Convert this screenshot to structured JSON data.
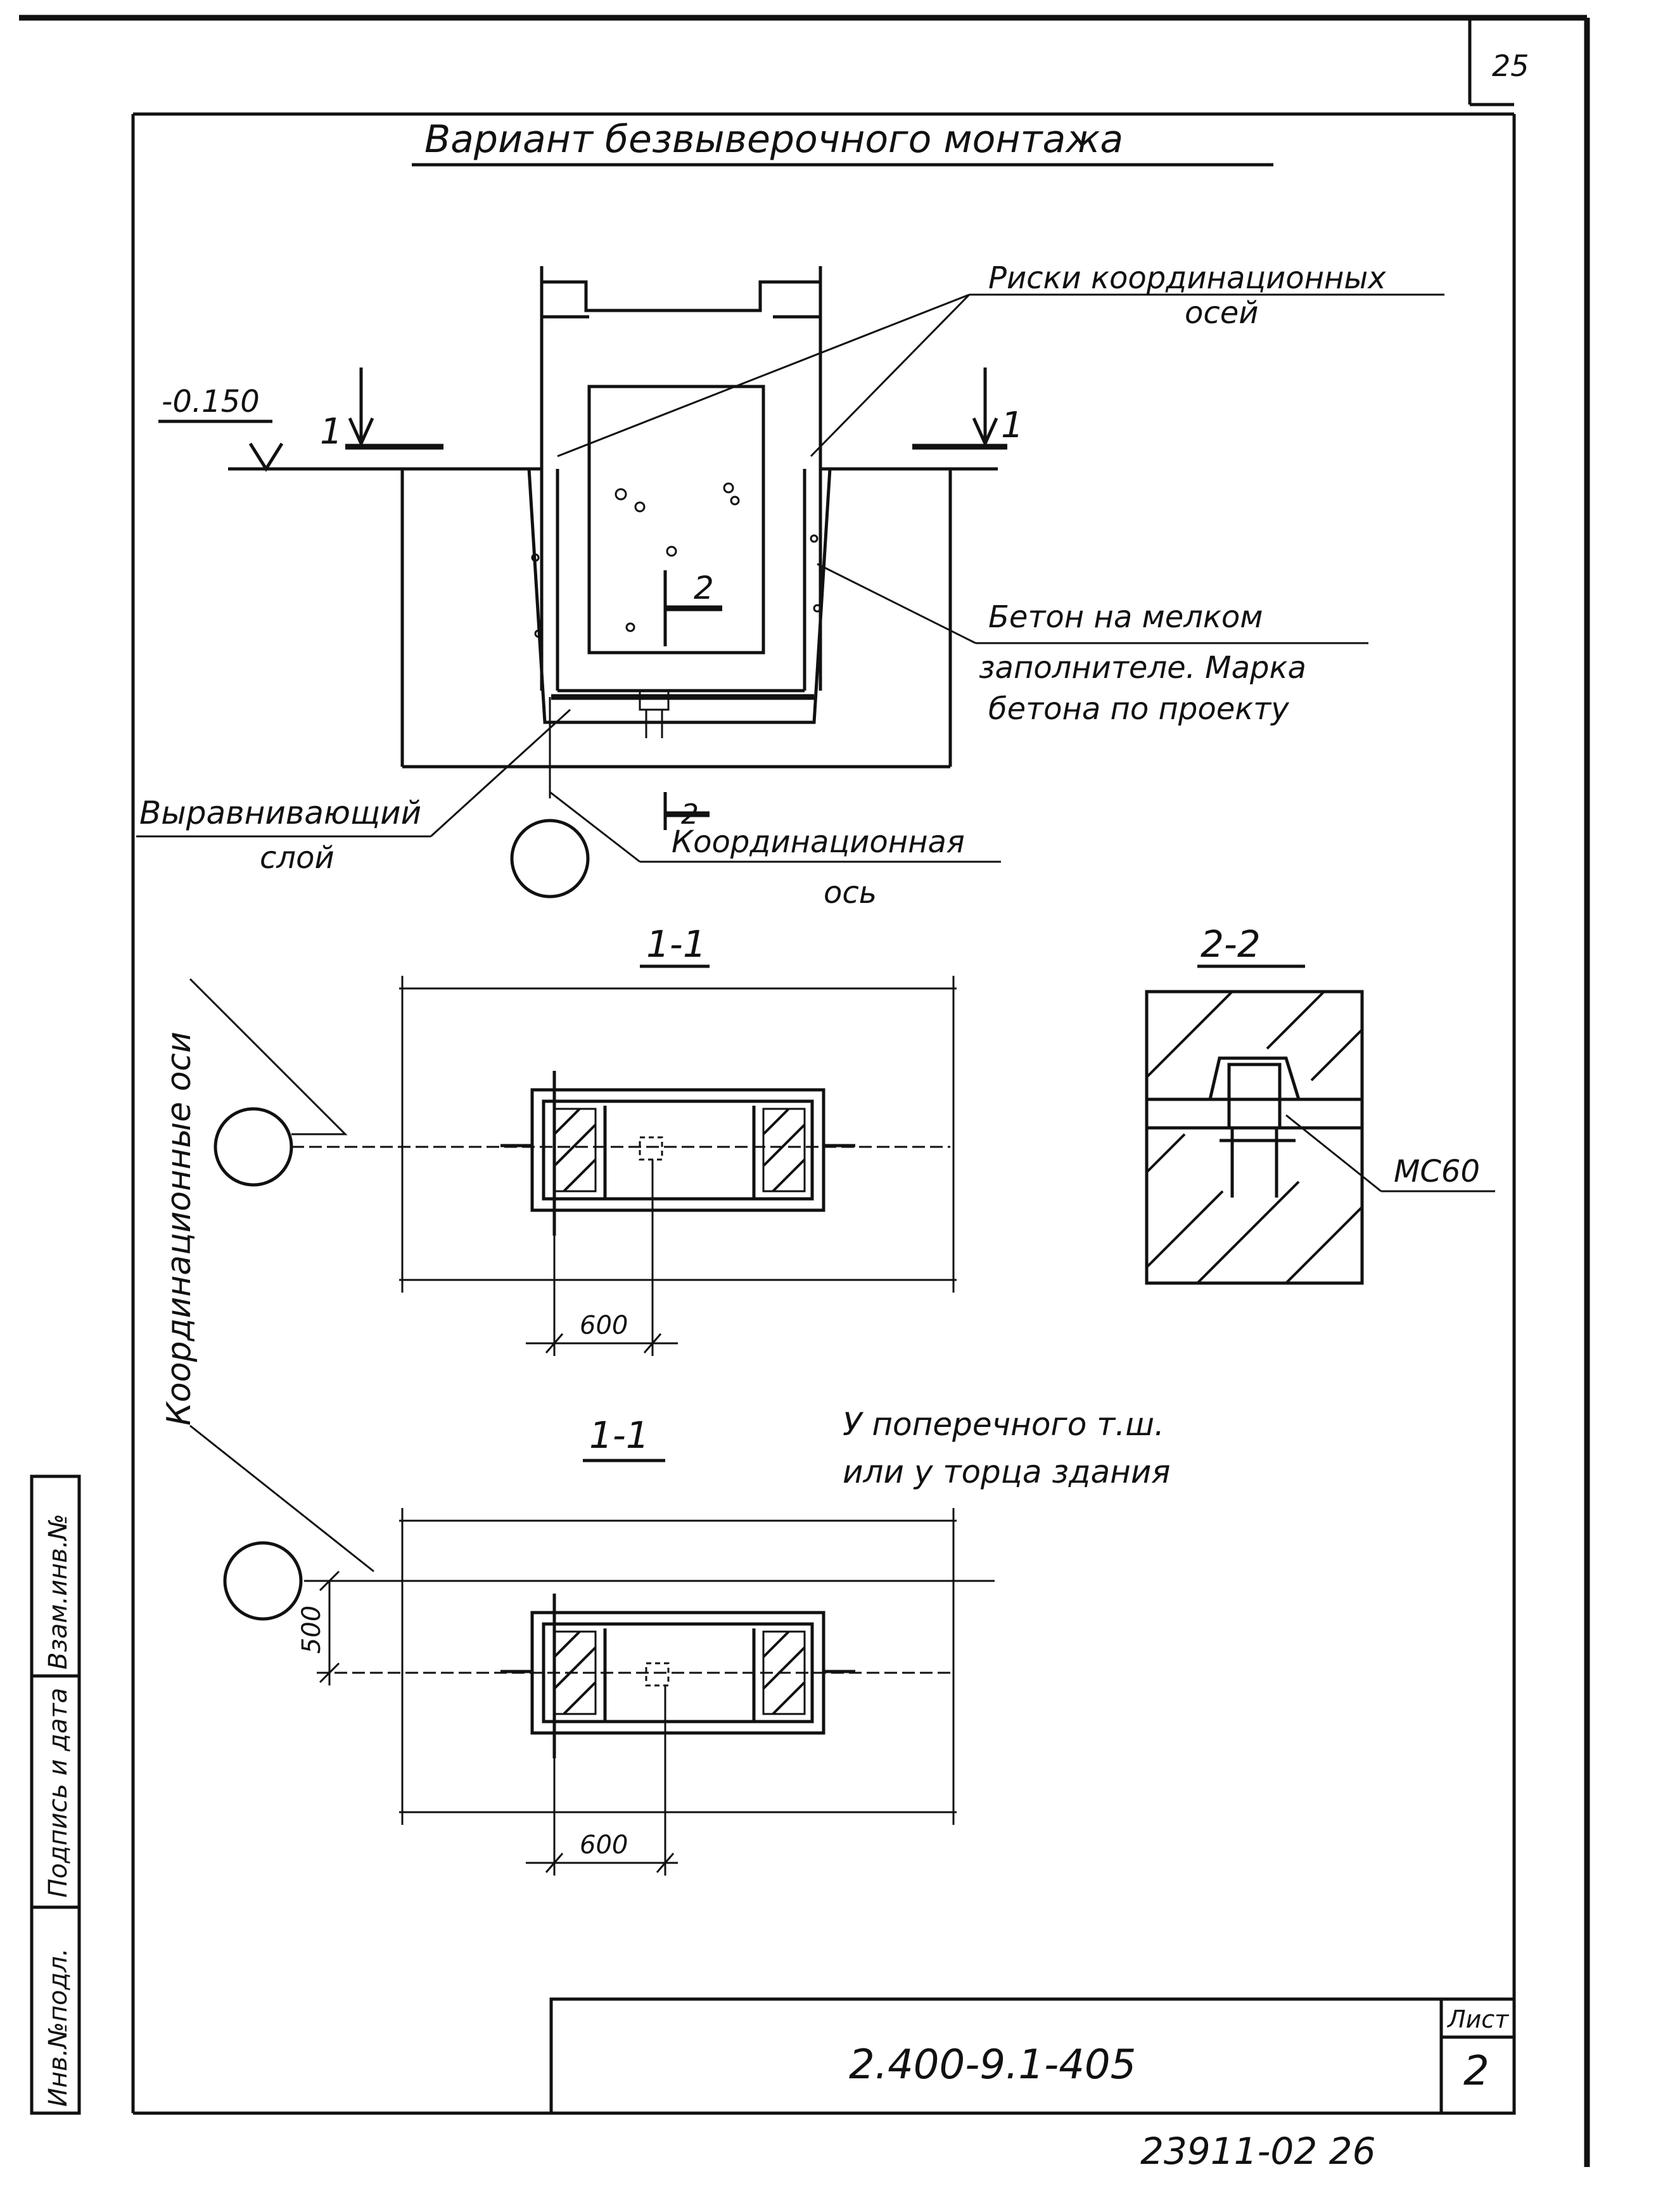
{
  "page_number": "25",
  "title": "Вариант безвыверочного монтажа",
  "elevation": "-0.150",
  "section_mark_left": "1",
  "section_mark_right": "1",
  "section_mark_2_upper": "2",
  "section_mark_2_lower": "2",
  "labels": {
    "risks": [
      "Риски координационных",
      "осей"
    ],
    "concrete": [
      "Бетон на мелком",
      "заполнителе. Марка",
      "бетона по проекту"
    ],
    "leveling": [
      "Выравнивающий",
      "слой"
    ],
    "axis": [
      "Координационная",
      "ось"
    ],
    "axes_vertical": "Координационные оси",
    "transverse_note": [
      "У поперечного т.ш.",
      "или у торца здания"
    ],
    "mc": "МС60"
  },
  "section_titles": {
    "upper_1_1": "1-1",
    "section_2_2": "2-2",
    "lower_1_1": "1-1"
  },
  "dimensions": {
    "upper_600": "600",
    "lower_600": "600",
    "lower_500": "500"
  },
  "stamp": {
    "sheet_label": "Лист",
    "sheet_number": "2",
    "document_code": "2.400-9.1-405",
    "archive_number": "23911-02 26",
    "side_fields": [
      "Инв.№подл.",
      "Подпись и дата",
      "Взам.инв.№"
    ]
  }
}
